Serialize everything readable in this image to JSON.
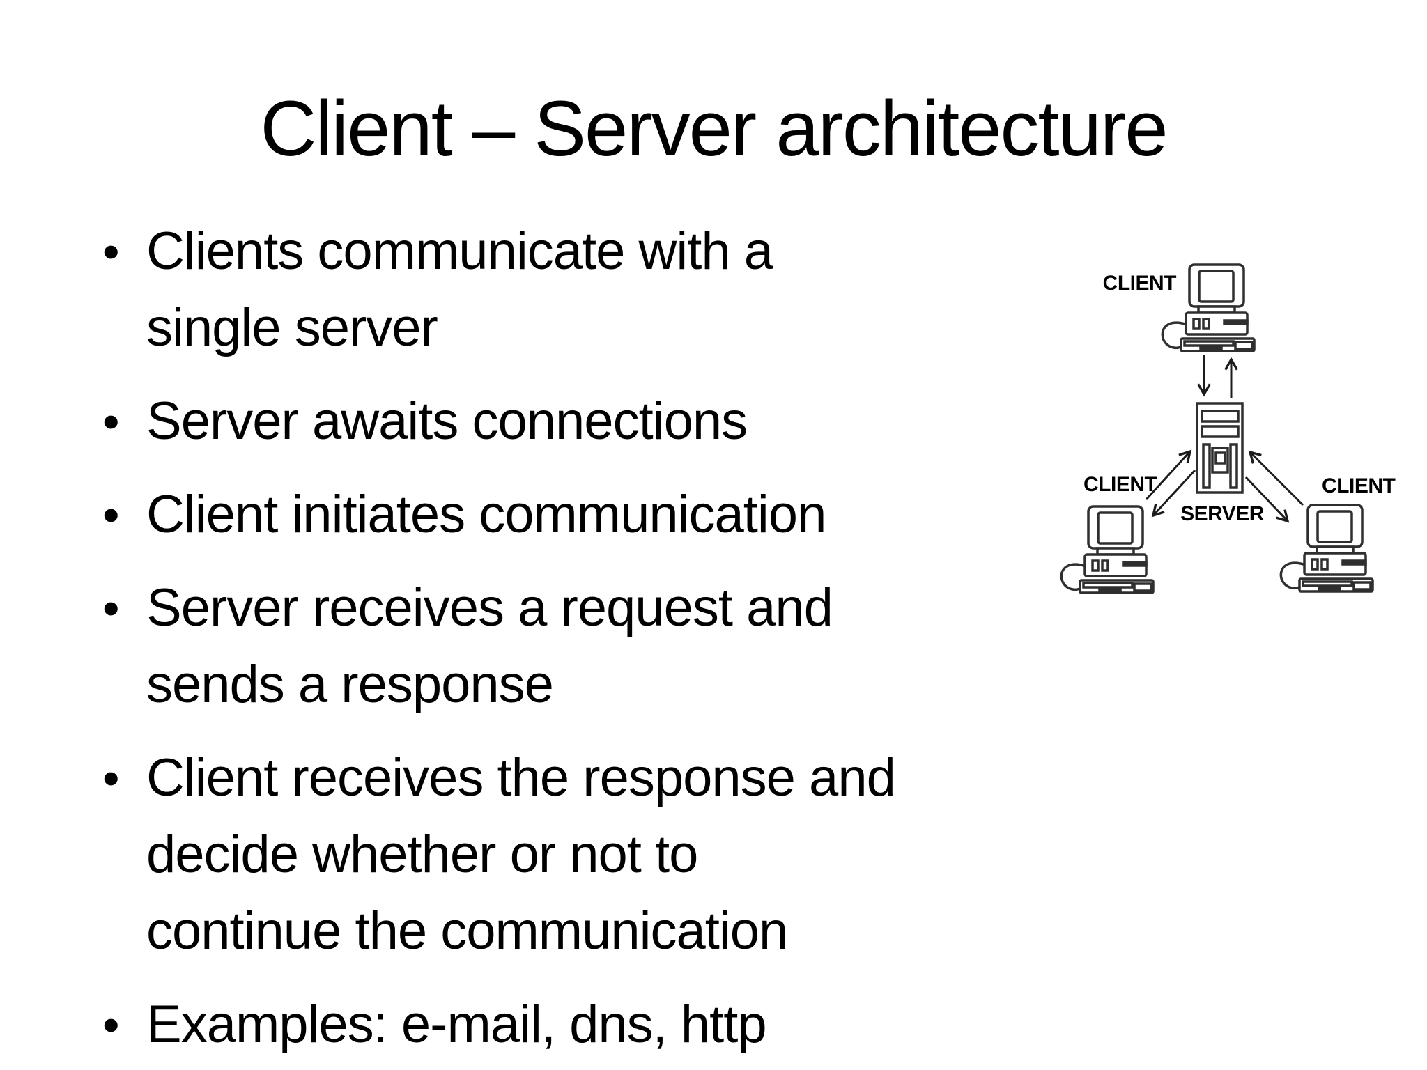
{
  "slide": {
    "title": "Client – Server architecture",
    "background_color": "#ffffff",
    "text_color": "#000000",
    "bullet_char": "•"
  },
  "bullets": [
    {
      "lines": [
        "Clients communicate with a",
        "single server"
      ]
    },
    {
      "lines": [
        "Server awaits connections"
      ]
    },
    {
      "lines": [
        "Client initiates communication"
      ]
    },
    {
      "lines": [
        "Server receives a request and",
        "sends a response"
      ]
    },
    {
      "lines": [
        "Client receives the response and",
        "decide whether or not to",
        "continue the communication"
      ]
    },
    {
      "lines": [
        "Examples: e-mail, dns, http"
      ]
    }
  ],
  "diagram": {
    "labels": {
      "client_top": "CLIENT",
      "client_left": "CLIENT",
      "client_right": "CLIENT",
      "server": "SERVER"
    },
    "icons": [
      "desktop-computer-icon",
      "desktop-computer-icon",
      "desktop-computer-icon",
      "server-tower-icon"
    ],
    "stroke_color": "#2f2f2f",
    "arrow_color": "#1c1c1c",
    "label_color": "#000000"
  }
}
